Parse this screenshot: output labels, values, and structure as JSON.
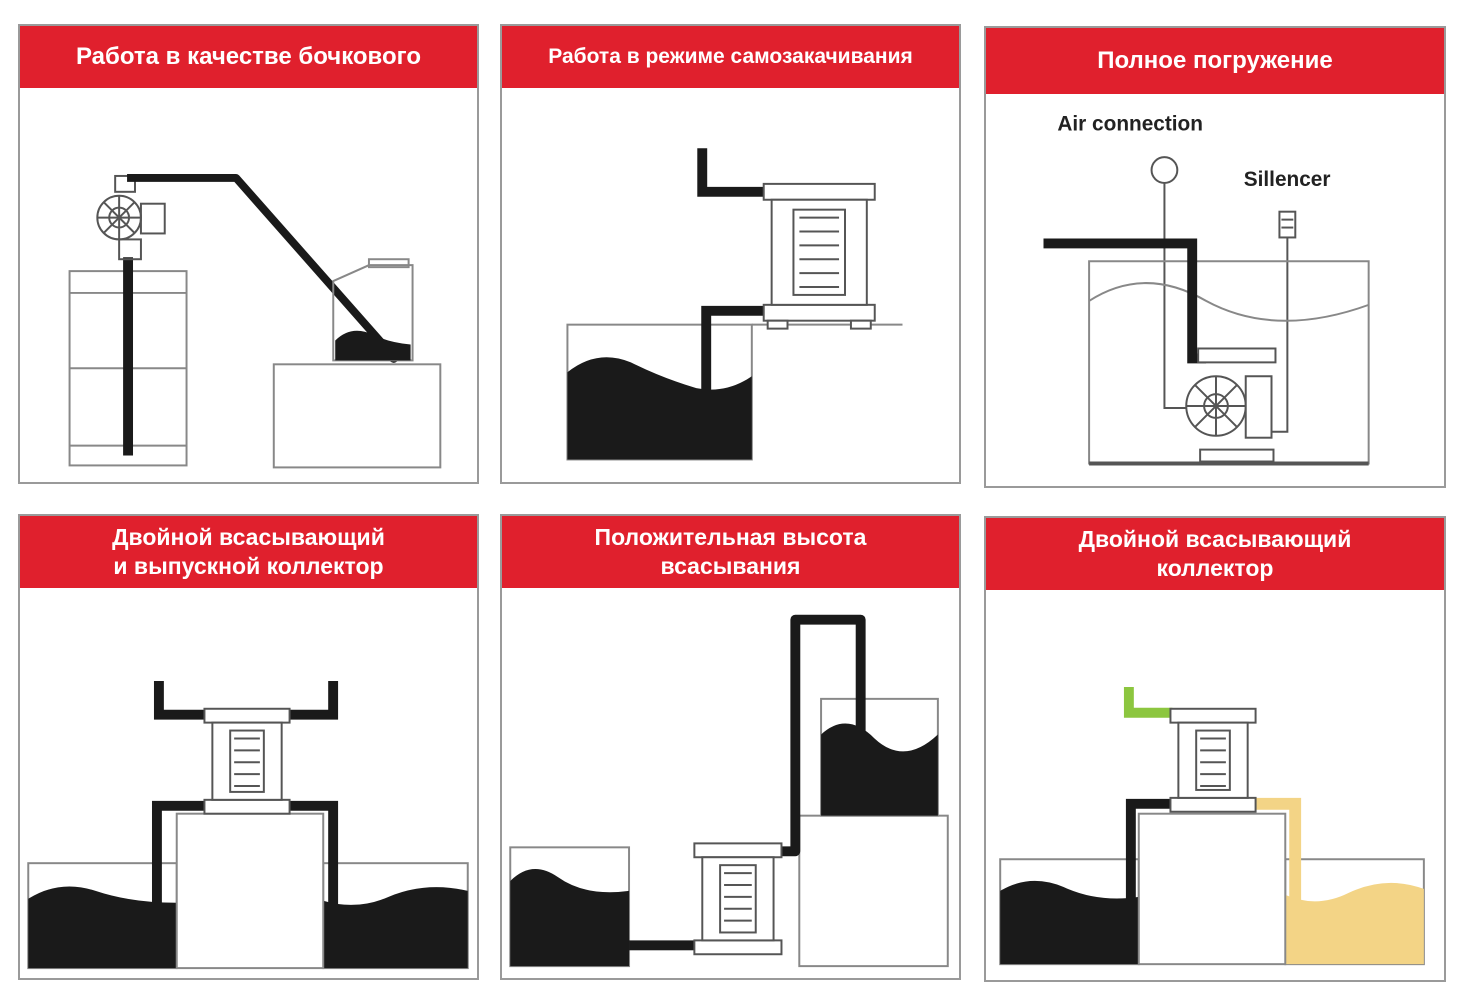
{
  "panels": [
    {
      "id": "drum",
      "title": [
        "Работа в качестве бочкового"
      ]
    },
    {
      "id": "self-priming",
      "title": [
        "Работа в режиме самозакачивания"
      ]
    },
    {
      "id": "submerged",
      "title": [
        "Полное погружение"
      ],
      "labels": {
        "air": "Air connection",
        "silencer": "Sillencer"
      }
    },
    {
      "id": "dual-suction-discharge",
      "title": [
        "Двойной всасывающий",
        "и выпускной коллектор"
      ]
    },
    {
      "id": "flooded-suction",
      "title": [
        "Положительная высота",
        "всасывания"
      ]
    },
    {
      "id": "dual-suction",
      "title": [
        "Двойной всасывающий",
        "коллектор"
      ]
    }
  ],
  "colors": {
    "header": "#e0202d",
    "header_text": "#ffffff",
    "liquid": "#1a1a1a",
    "pipe": "#1a1a1a",
    "pipe_green": "#8cc63f",
    "liquid_yellow": "#f3d486"
  }
}
